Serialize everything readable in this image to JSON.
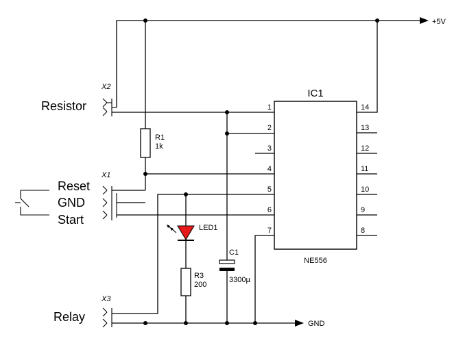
{
  "supply": {
    "label": "+5V"
  },
  "ground": {
    "label": "GND"
  },
  "connectors": [
    {
      "id": "X2",
      "pins": [
        "Resistor"
      ]
    },
    {
      "id": "X1",
      "pins": [
        "Reset",
        "GND",
        "Start"
      ]
    },
    {
      "id": "X3",
      "pins": [
        "Relay"
      ]
    }
  ],
  "ic": {
    "ref": "IC1",
    "part": "NE556",
    "left_pins": [
      "1",
      "2",
      "3",
      "4",
      "5",
      "6",
      "7"
    ],
    "right_pins": [
      "14",
      "13",
      "12",
      "11",
      "10",
      "9",
      "8"
    ]
  },
  "resistors": [
    {
      "ref": "R1",
      "value": "1k"
    },
    {
      "ref": "R3",
      "value": "200"
    }
  ],
  "led": {
    "ref": "LED1",
    "color": "#e8191b"
  },
  "capacitor": {
    "ref": "C1",
    "value": "3300µ"
  }
}
